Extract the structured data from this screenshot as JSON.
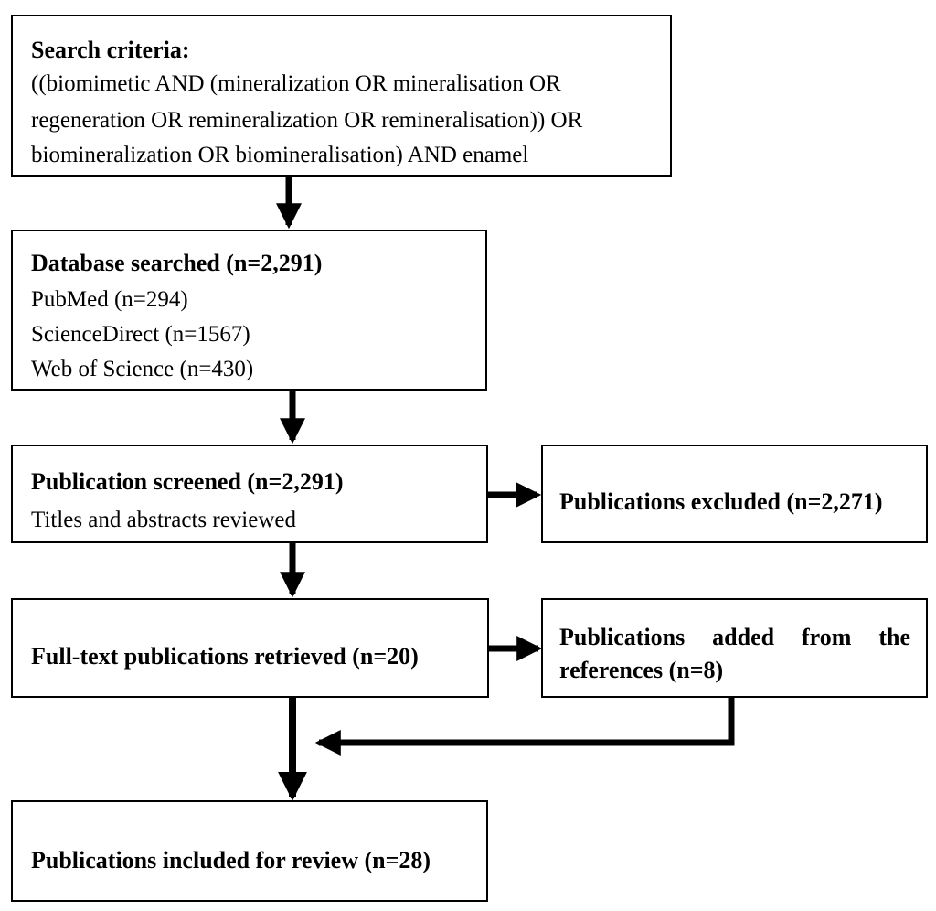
{
  "search": {
    "heading": "Search criteria:",
    "lines": [
      "((biomimetic AND (mineralization OR mineralisation OR",
      "regeneration OR remineralization OR remineralisation)) OR",
      "biomineralization OR biomineralisation) AND enamel"
    ]
  },
  "database": {
    "heading": "Database searched (n=2,291)",
    "lines": [
      "PubMed (n=294)",
      "ScienceDirect (n=1567)",
      "Web of Science (n=430)"
    ]
  },
  "screened": {
    "heading": "Publication screened (n=2,291)",
    "subtext": "Titles and abstracts reviewed"
  },
  "excluded": {
    "label": "Publications excluded (n=2,271)"
  },
  "fulltext": {
    "label": "Full-text publications retrieved (n=20)"
  },
  "added": {
    "line1": "Publications added from the",
    "line2": "references (n=8)"
  },
  "included": {
    "label": "Publications included for review (n=28)"
  }
}
